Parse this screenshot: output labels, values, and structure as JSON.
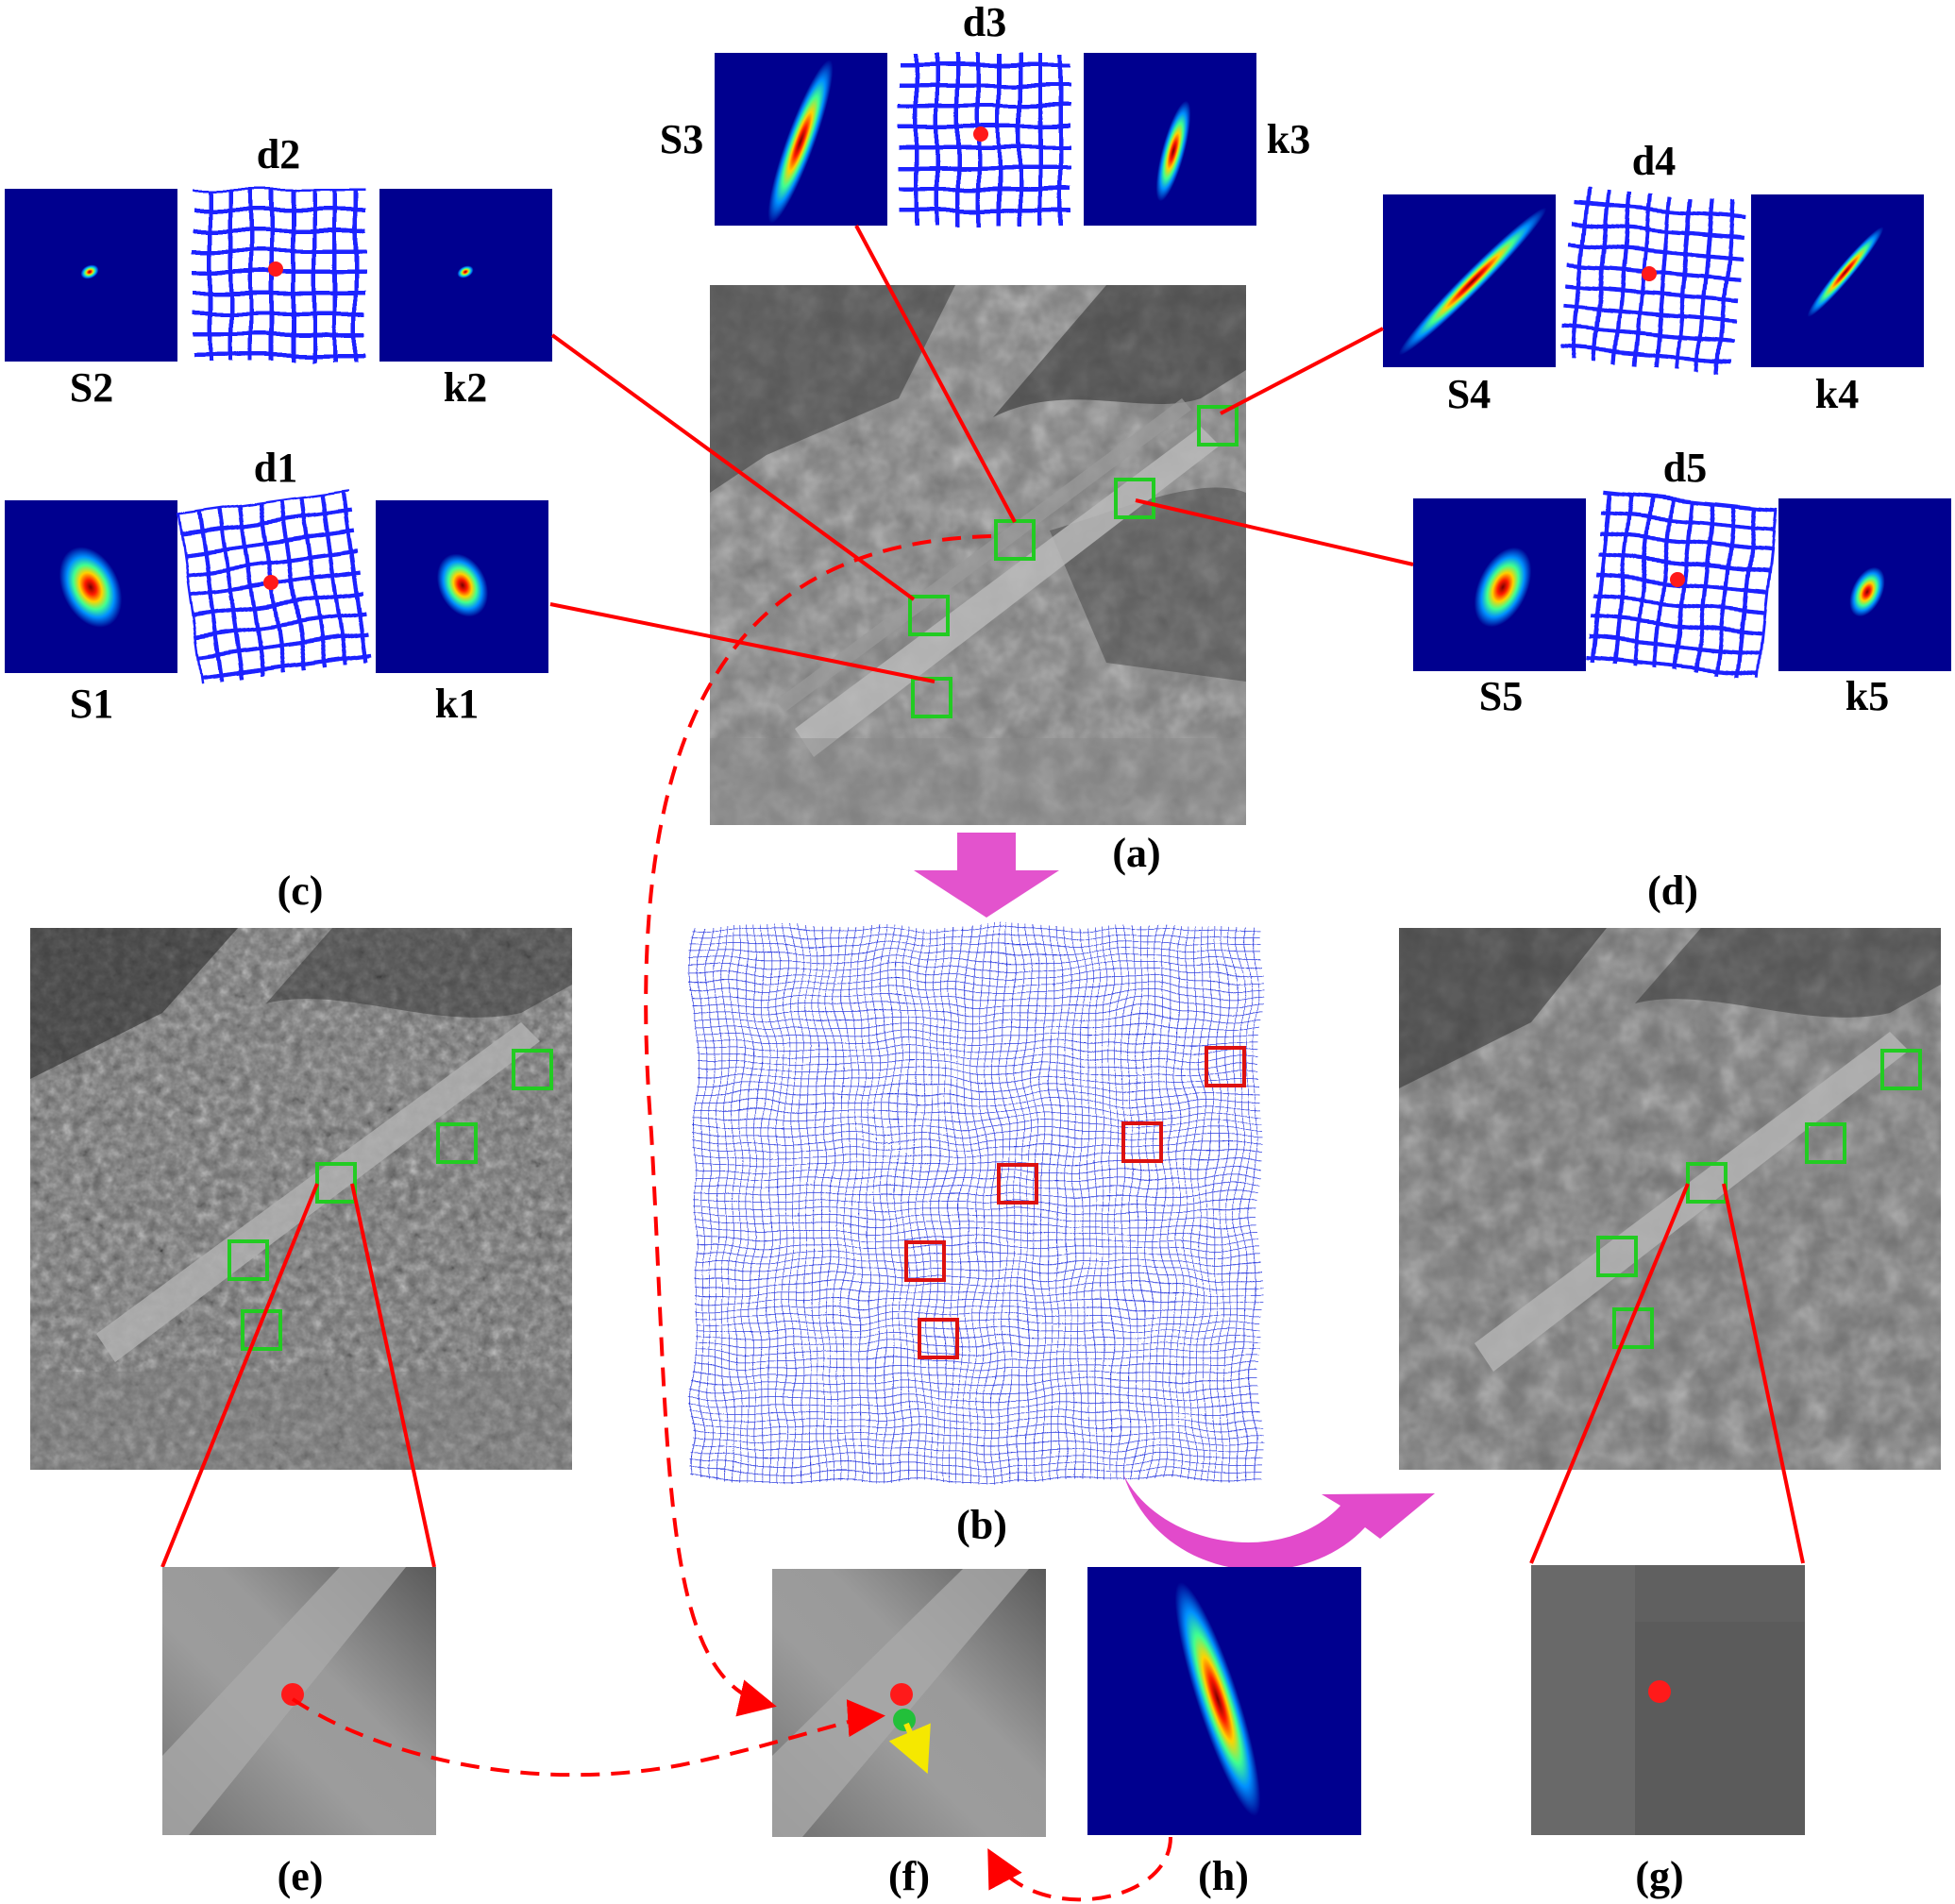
{
  "labels": {
    "a": "(a)",
    "b": "(b)",
    "c": "(c)",
    "d": "(d)",
    "e": "(e)",
    "f": "(f)",
    "g": "(g)",
    "h": "(h)"
  },
  "groups": [
    {
      "id": "1",
      "d": "d1",
      "s": "S1",
      "k": "k1",
      "kernel": "round-blob",
      "grid": "wavy-grid"
    },
    {
      "id": "2",
      "d": "d2",
      "s": "S2",
      "k": "k2",
      "kernel": "small-dot",
      "grid": "wavy-grid"
    },
    {
      "id": "3",
      "d": "d3",
      "s": "S3",
      "k": "k3",
      "kernel": "elongated-steep",
      "grid": "wavy-grid"
    },
    {
      "id": "4",
      "d": "d4",
      "s": "S4",
      "k": "k4",
      "kernel": "elongated-diagonal",
      "grid": "wavy-grid"
    },
    {
      "id": "5",
      "d": "d5",
      "s": "S5",
      "k": "k5",
      "kernel": "round-blob",
      "grid": "wavy-grid"
    }
  ],
  "colors": {
    "connector": "#ff0000",
    "green_box": "#22cc22",
    "red_box": "#dd1111",
    "mesh": "#2f3de0",
    "kernel_bg": "#00008f",
    "arrow_magenta": "#e040c8",
    "yellow_arrow": "#f5e800",
    "green_dot": "#22c03a",
    "red_dot": "#ff1a1a"
  }
}
